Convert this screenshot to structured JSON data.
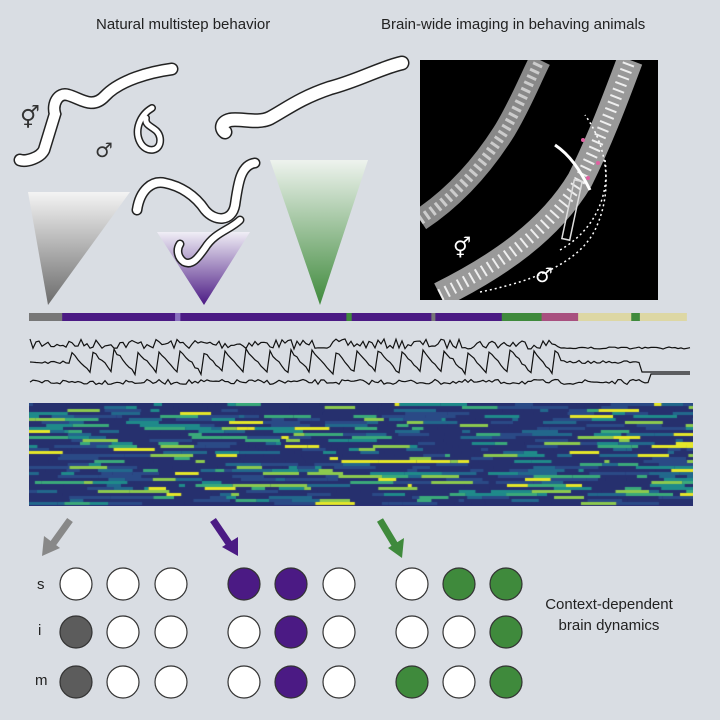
{
  "titles": {
    "left": "Natural multistep behavior",
    "right": "Brain-wide imaging in behaving animals"
  },
  "symbols": {
    "hermaphrodite": "⚥",
    "male": "♂"
  },
  "colors": {
    "background": "#d9dde3",
    "gray": "#777777",
    "gray_dark": "#5c5c5c",
    "purple": "#4b1a84",
    "green": "#3f8a3c",
    "pink": "#a8507f",
    "beige": "#ddd7a4",
    "heatmap_base": "#2c2e74"
  },
  "behavior_bar": {
    "segments": [
      {
        "state": "gray",
        "fraction": 0.05
      },
      {
        "state": "purple",
        "fraction": 0.17
      },
      {
        "state": "purple_light",
        "fraction": 0.008
      },
      {
        "state": "purple",
        "fraction": 0.25
      },
      {
        "state": "green",
        "fraction": 0.008
      },
      {
        "state": "purple",
        "fraction": 0.12
      },
      {
        "state": "gray",
        "fraction": 0.006
      },
      {
        "state": "purple",
        "fraction": 0.1
      },
      {
        "state": "green",
        "fraction": 0.06
      },
      {
        "state": "pink",
        "fraction": 0.055
      },
      {
        "state": "beige",
        "fraction": 0.08
      },
      {
        "state": "green",
        "fraction": 0.013
      },
      {
        "state": "beige",
        "fraction": 0.07
      }
    ]
  },
  "rows": {
    "labels": [
      "s",
      "i",
      "m"
    ]
  },
  "circle_groups": [
    {
      "color": "gray",
      "states": [
        [
          0,
          0,
          0
        ],
        [
          1,
          0,
          0
        ],
        [
          1,
          0,
          0
        ]
      ]
    },
    {
      "color": "purple",
      "states": [
        [
          1,
          1,
          0
        ],
        [
          0,
          1,
          0
        ],
        [
          0,
          1,
          0
        ]
      ]
    },
    {
      "color": "green",
      "states": [
        [
          0,
          1,
          1
        ],
        [
          0,
          0,
          1
        ],
        [
          1,
          0,
          1
        ]
      ]
    }
  ],
  "context_label": {
    "line1": "Context-dependent",
    "line2": "brain dynamics"
  }
}
